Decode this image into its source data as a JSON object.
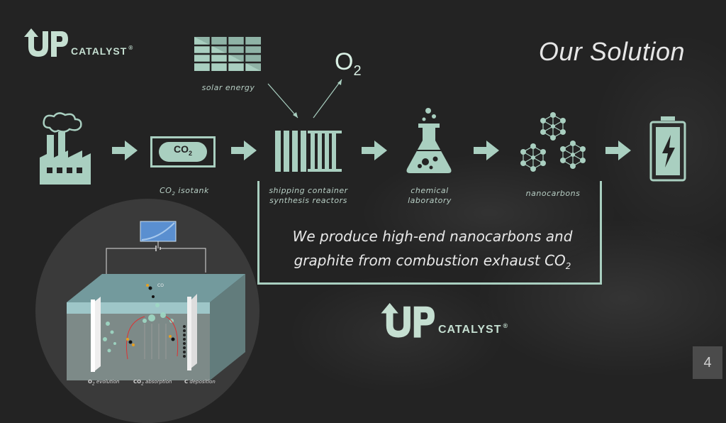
{
  "slide": {
    "title": "Our Solution",
    "page_number": "4",
    "tagline_line1": "We produce high-end nanocarbons and",
    "tagline_line2": "graphite from combustion exhaust CO",
    "tagline_sub": "2"
  },
  "logo": {
    "mark": "UP",
    "text": "CATALYST",
    "registered": "®"
  },
  "flow": {
    "o2_main": "O",
    "o2_sub": "2",
    "co2_box_main": "CO",
    "co2_box_sub": "2",
    "solar_label": "solar energy",
    "isotank_main": "CO",
    "isotank_sub": "2",
    "isotank_rest": " isotank",
    "reactor_line1": "shipping container",
    "reactor_line2": "synthesis reactors",
    "lab_line1": "chemical",
    "lab_line2": "laboratory",
    "nano_label": "nanocarbons"
  },
  "cell": {
    "co2_tag": "CO",
    "labels": {
      "o2_evolution": "evolution",
      "co2_absorption": "absorption",
      "c_deposition": "deposition",
      "o2_prefix": "O",
      "co2_prefix": "CO",
      "c_prefix": "C",
      "sub": "2"
    }
  },
  "colors": {
    "background": "#232323",
    "accent": "#a9cfc0",
    "text_light": "#e8e8e8"
  },
  "icons": [
    "factory-icon",
    "co2-isotank-icon",
    "solar-panel-icon",
    "shipping-container-icon",
    "flask-icon",
    "nanocarbon-icon",
    "battery-icon",
    "arrow-right-icon"
  ]
}
